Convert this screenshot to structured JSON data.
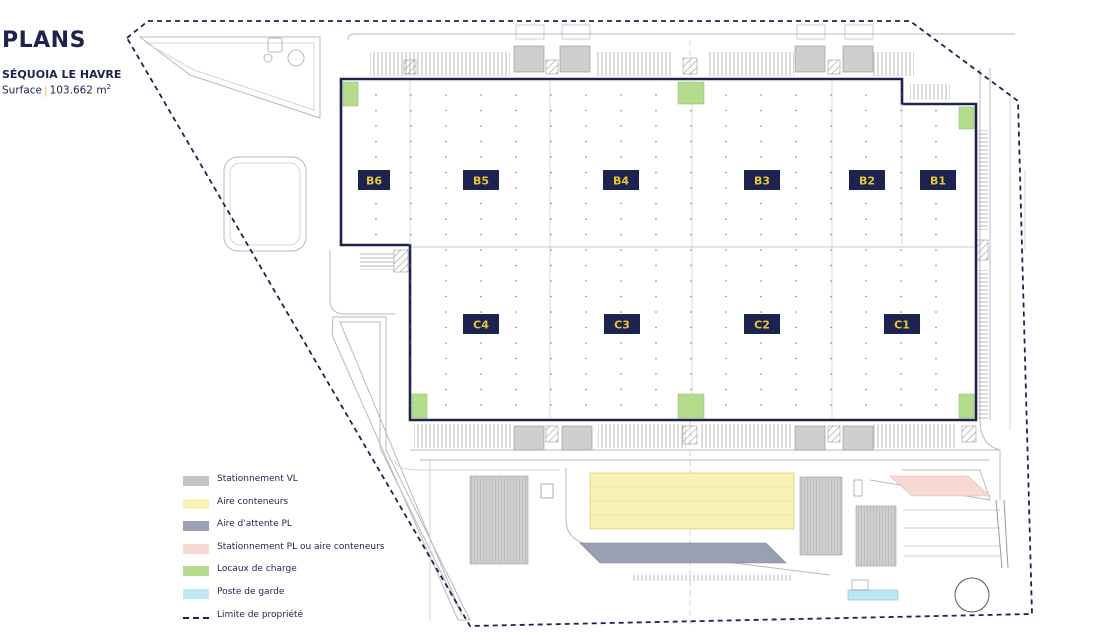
{
  "header": {
    "title": "PLANS",
    "site_name": "SÉQUOIA LE HAVRE",
    "surface_label": "Surface",
    "surface_value": "103.662 m",
    "surface_unit_sup": "2"
  },
  "cells": [
    {
      "id": "B6",
      "label": "B6"
    },
    {
      "id": "B5",
      "label": "B5"
    },
    {
      "id": "B4",
      "label": "B4"
    },
    {
      "id": "B3",
      "label": "B3"
    },
    {
      "id": "B2",
      "label": "B2"
    },
    {
      "id": "B1",
      "label": "B1"
    },
    {
      "id": "C4",
      "label": "C4"
    },
    {
      "id": "C3",
      "label": "C3"
    },
    {
      "id": "C2",
      "label": "C2"
    },
    {
      "id": "C1",
      "label": "C1"
    }
  ],
  "legend": [
    {
      "label": "Stationnement VL",
      "color": "#c4c4c4",
      "style": "fill"
    },
    {
      "label": "Aire conteneurs",
      "color": "#f7f1b4",
      "style": "fill"
    },
    {
      "label": "Aire d'attente PL",
      "color": "#9aa0b4",
      "style": "fill"
    },
    {
      "label": "Stationnement PL ou aire conteneurs",
      "color": "#f6d9d3",
      "style": "fill"
    },
    {
      "label": "Locaux de charge",
      "color": "#b3dd8d",
      "style": "fill"
    },
    {
      "label": "Poste de garde",
      "color": "#bde7f2",
      "style": "fill"
    },
    {
      "label": "Limite de propriété",
      "color": "#1c2350",
      "style": "dash"
    }
  ],
  "colors": {
    "navy": "#1c2350",
    "accent_yellow": "#e8c62a",
    "site_line": "#b9b9b9"
  }
}
